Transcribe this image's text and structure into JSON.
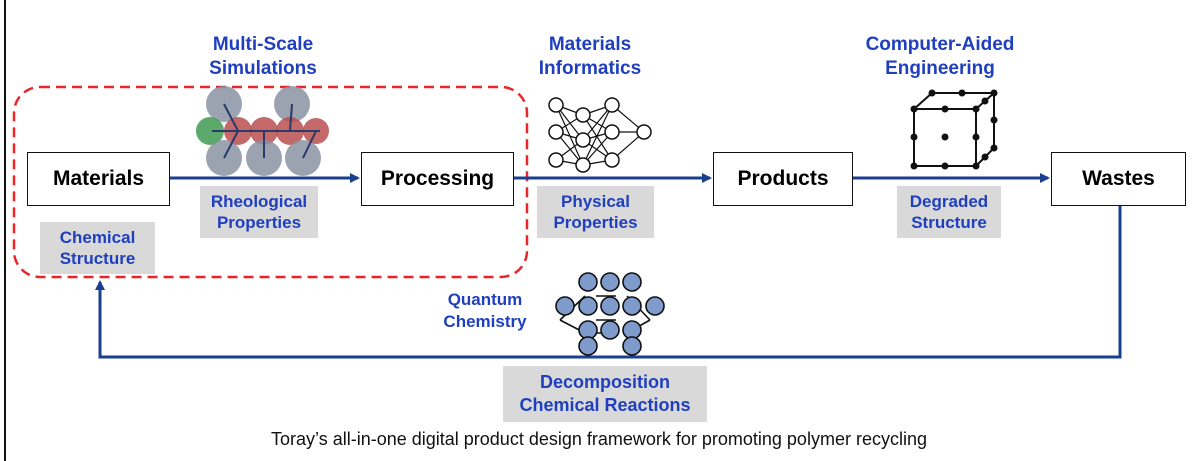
{
  "nodes": {
    "materials": "Materials",
    "processing": "Processing",
    "products": "Products",
    "wastes": "Wastes"
  },
  "headings": {
    "multiscale": [
      "Multi-Scale",
      "Simulations"
    ],
    "informatics": [
      "Materials",
      "Informatics"
    ],
    "cae": [
      "Computer-Aided",
      "Engineering"
    ],
    "quantum": [
      "Quantum",
      "Chemistry"
    ]
  },
  "tags": {
    "rheological": [
      "Rheological",
      "Properties"
    ],
    "chemical": [
      "Chemical",
      "Structure"
    ],
    "physical": [
      "Physical",
      "Properties"
    ],
    "degraded": [
      "Degraded",
      "Structure"
    ],
    "decomposition": [
      "Decomposition",
      "Chemical Reactions"
    ]
  },
  "caption": "Toray’s all-in-one digital product design framework for promoting polymer recycling",
  "icons": {
    "molecule": "molecular-simulation-icon",
    "network": "neural-network-icon",
    "mesh": "cube-mesh-icon",
    "orbitals": "molecular-orbital-icon"
  },
  "colors": {
    "arrow": "#1a3f8f",
    "label_text": "#1f3fbf",
    "tag_bg": "#d9d9d9",
    "dashed_region": "#e8262b",
    "orbital_fill": "#7f9bcc"
  }
}
